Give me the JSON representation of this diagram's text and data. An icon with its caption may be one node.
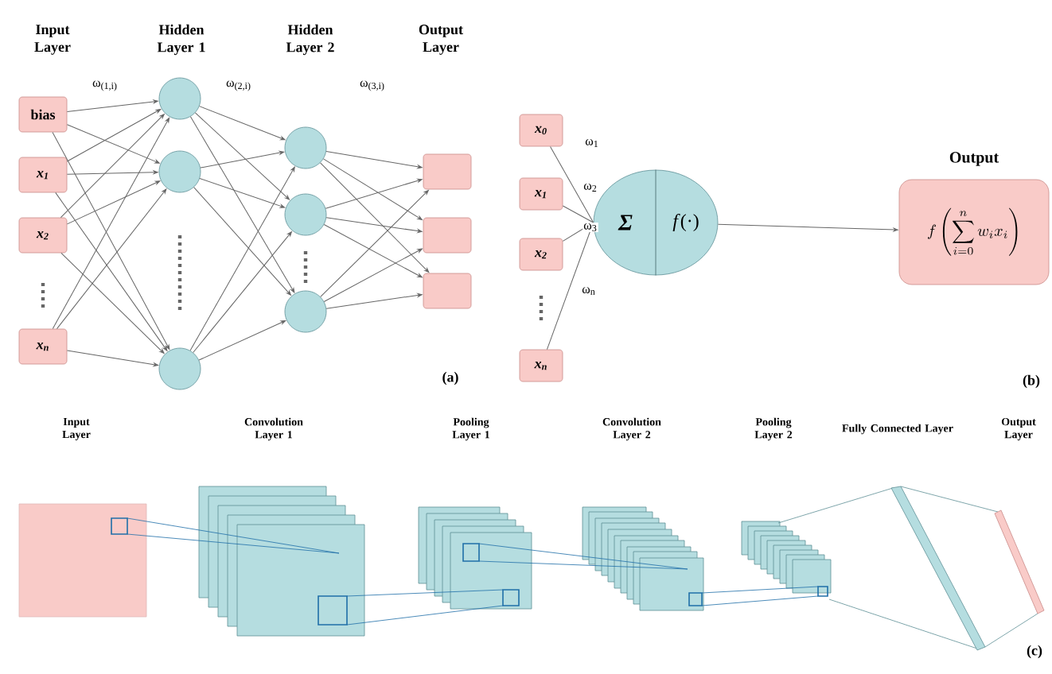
{
  "diagram": {
    "nodes": [
      {
        "text": [
          "bias"
        ]
      },
      {
        "text": [
          "x$_{1}$"
        ]
      },
      {
        "text": [
          "x$_{2}$"
        ]
      },
      {
        "text": [
          "x$_{n}$"
        ]
      },
      {
        "text": [],
        "shape": "circle"
      },
      {
        "text": [],
        "shape": "circle"
      },
      {
        "text": [],
        "shape": "circle"
      },
      {
        "text": [],
        "shape": "circle"
      },
      {
        "text": [],
        "shape": "circle"
      },
      {
        "text": [],
        "shape": "circle"
      },
      {
        "text": [],
        "shape": "box"
      },
      {
        "text": [],
        "shape": "box"
      },
      {
        "text": [],
        "shape": "box"
      },
      {
        "text": [
          "x$_{0}$"
        ]
      },
      {
        "text": [
          "x$_{1}$"
        ]
      },
      {
        "text": [
          "x$_{2}$"
        ]
      },
      {
        "text": [
          "x$_{n}$"
        ]
      },
      {
        "text": [
          "Σ",
          "*f*(·)"
        ]
      },
      {
        "text": [
          "Output",
          "f\\left(\\sum_{i=0}^{n} w_i x_i\\right)"
        ]
      }
    ],
    "edges": [
      {
        "from": 0,
        "to": 4,
        "arrow": "to"
      },
      {
        "from": 0,
        "to": 5,
        "arrow": "to"
      },
      {
        "from": 0,
        "to": 6,
        "arrow": "to"
      },
      {
        "from": 1,
        "to": 4,
        "arrow": "to"
      },
      {
        "from": 1,
        "to": 5,
        "arrow": "to"
      },
      {
        "from": 1,
        "to": 6,
        "arrow": "to"
      },
      {
        "from": 2,
        "to": 4,
        "arrow": "to"
      },
      {
        "from": 2,
        "to": 5,
        "arrow": "to"
      },
      {
        "from": 2,
        "to": 6,
        "arrow": "to"
      },
      {
        "from": 3,
        "to": 4,
        "arrow": "to"
      },
      {
        "from": 3,
        "to": 5,
        "arrow": "to"
      },
      {
        "from": 3,
        "to": 6,
        "arrow": "to"
      },
      {
        "from": 4,
        "to": 7,
        "arrow": "to"
      },
      {
        "from": 4,
        "to": 8,
        "arrow": "to"
      },
      {
        "from": 4,
        "to": 9,
        "arrow": "to"
      },
      {
        "from": 5,
        "to": 7,
        "arrow": "to"
      },
      {
        "from": 5,
        "to": 8,
        "arrow": "to"
      },
      {
        "from": 5,
        "to": 9,
        "arrow": "to"
      },
      {
        "from": 6,
        "to": 7,
        "arrow": "to"
      },
      {
        "from": 6,
        "to": 8,
        "arrow": "to"
      },
      {
        "from": 6,
        "to": 9,
        "arrow": "to"
      },
      {
        "from": 7,
        "to": 10,
        "arrow": "to"
      },
      {
        "from": 7,
        "to": 11,
        "arrow": "to"
      },
      {
        "from": 7,
        "to": 12,
        "arrow": "to"
      },
      {
        "from": 8,
        "to": 10,
        "arrow": "to"
      },
      {
        "from": 8,
        "to": 11,
        "arrow": "to"
      },
      {
        "from": 8,
        "to": 12,
        "arrow": "to"
      },
      {
        "from": 9,
        "to": 10,
        "arrow": "to"
      },
      {
        "from": 9,
        "to": 11,
        "arrow": "to"
      },
      {
        "from": 9,
        "to": 12,
        "arrow": "to"
      },
      {
        "from": 13,
        "to": 17,
        "arrow": "none",
        "label": "ω$_{1}$"
      },
      {
        "from": 14,
        "to": 17,
        "arrow": "none",
        "label": "ω$_{2}$"
      },
      {
        "from": 15,
        "to": 17,
        "arrow": "none",
        "label": "ω$_{3}$"
      },
      {
        "from": 16,
        "to": 17,
        "arrow": "none",
        "label": "ω$_{n}$"
      },
      {
        "from": 17,
        "to": 18,
        "arrow": "to"
      }
    ],
    "labels": [
      "Input Layer",
      "Hidden Layer 1",
      "Hidden Layer 2",
      "Output Layer",
      "ω$_{(1,i)}$",
      "ω$_{(2,i)}$",
      "ω$_{(3,i)}$",
      "(a)",
      "(b)",
      "Input Layer",
      "Convolution Layer 1",
      "Pooling Layer 1",
      "Convolution Layer 2",
      "Pooling Layer 2",
      "Fully Connected Layer",
      "Output Layer",
      "(c)"
    ]
  }
}
